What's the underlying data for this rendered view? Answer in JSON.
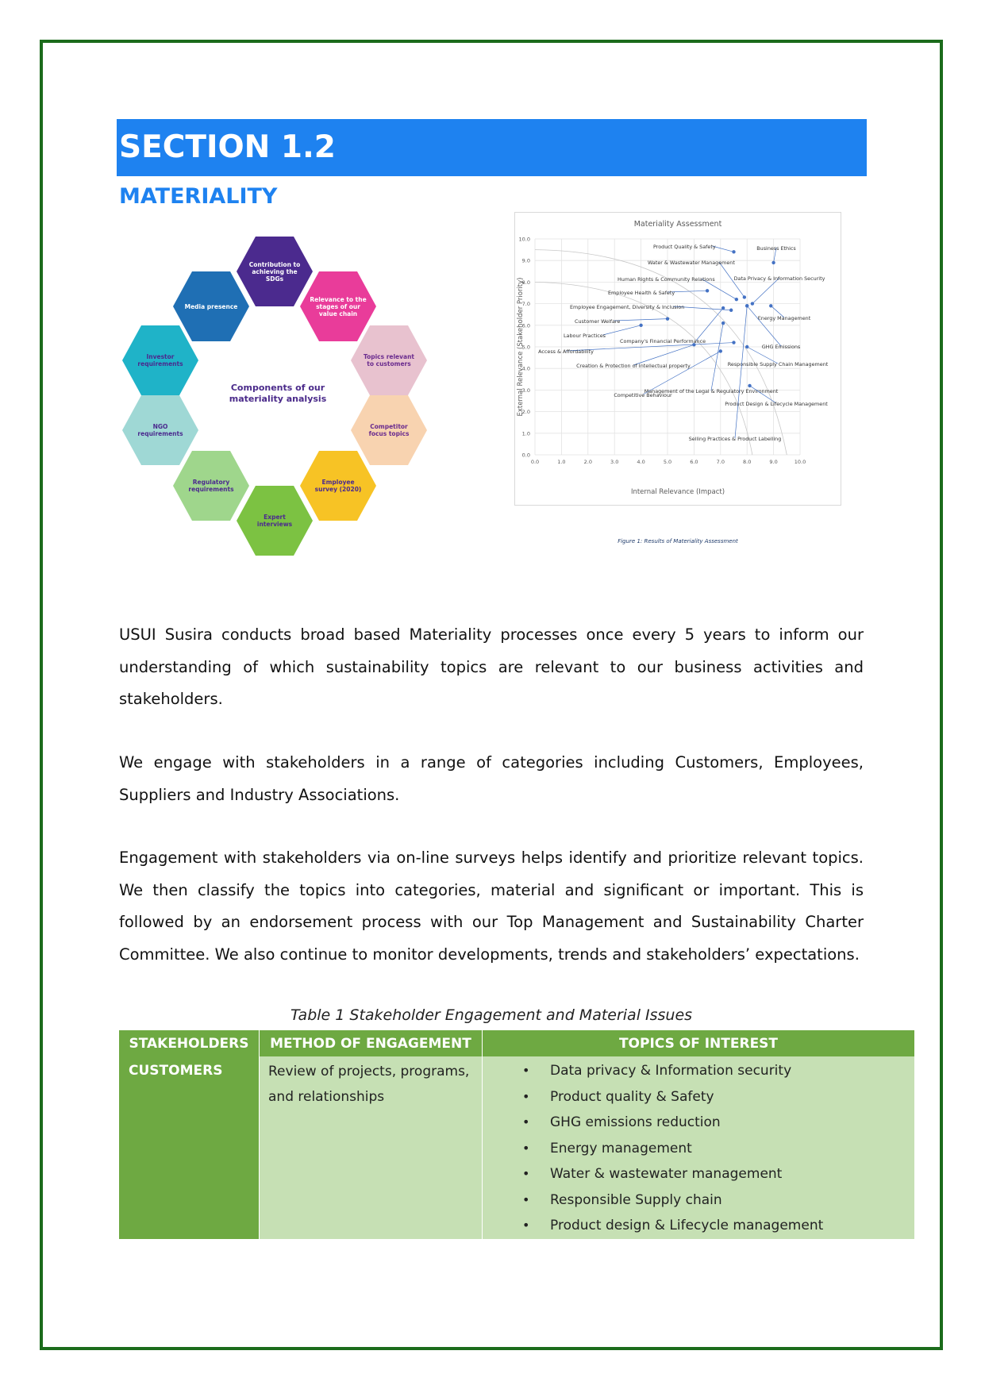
{
  "section": {
    "title": "SECTION 1.2",
    "subtitle": "MATERIALITY"
  },
  "components": {
    "center": "Components of our materiality analysis",
    "items": [
      {
        "label": "Contribution to achieving the SDGs",
        "color": "#4b2a8e",
        "text_color": "#ffffff"
      },
      {
        "label": "Relevance to the stages of our value chain",
        "color": "#e93c9a",
        "text_color": "#ffffff"
      },
      {
        "label": "Topics relevant to customers",
        "color": "#e8c2cf",
        "text_color": "#6a2b8e"
      },
      {
        "label": "Competitor focus topics",
        "color": "#f8d3b0",
        "text_color": "#6a2b8e"
      },
      {
        "label": "Employee survey (2020)",
        "color": "#f7c325",
        "text_color": "#4b2a8e"
      },
      {
        "label": "Expert interviews",
        "color": "#7cc242",
        "text_color": "#4b2a8e"
      },
      {
        "label": "Regulatory requirements",
        "color": "#9fd68c",
        "text_color": "#4b2a8e"
      },
      {
        "label": "NGO requirements",
        "color": "#9fd8d5",
        "text_color": "#4b2a8e"
      },
      {
        "label": "Investor requirements",
        "color": "#1fb3c8",
        "text_color": "#4b2a8e"
      },
      {
        "label": "Media presence",
        "color": "#1f6fb4",
        "text_color": "#ffffff"
      }
    ]
  },
  "chart_data": {
    "type": "scatter",
    "title": "Materiality Assessment",
    "xlabel": "Internal Relevance (Impact)",
    "ylabel": "External Relevance (Stakeholder Priority)",
    "xlim": [
      0,
      10
    ],
    "ylim": [
      0,
      10
    ],
    "xticks": [
      "0.0",
      "1.0",
      "2.0",
      "3.0",
      "4.0",
      "5.0",
      "6.0",
      "7.0",
      "8.0",
      "9.0",
      "10.0"
    ],
    "yticks": [
      "0.0",
      "1.0",
      "2.0",
      "3.0",
      "4.0",
      "5.0",
      "6.0",
      "7.0",
      "8.0",
      "9.0",
      "10.0"
    ],
    "grid": true,
    "points": [
      {
        "label": "Product Quality & Safety",
        "x": 7.5,
        "y": 9.4
      },
      {
        "label": "Business Ethics",
        "x": 9.0,
        "y": 8.9
      },
      {
        "label": "Water & Wastewater Management",
        "x": 7.9,
        "y": 7.3
      },
      {
        "label": "Human Rights & Community Relations",
        "x": 7.6,
        "y": 7.2
      },
      {
        "label": "Data Privacy & Information Security",
        "x": 8.2,
        "y": 7.0
      },
      {
        "label": "Employee Health & Safety",
        "x": 6.5,
        "y": 7.6
      },
      {
        "label": "Employee Engagement, Diversity & Inclusion",
        "x": 7.4,
        "y": 6.7
      },
      {
        "label": "Energy Management",
        "x": 8.9,
        "y": 6.9
      },
      {
        "label": "Customer Welfare",
        "x": 5.0,
        "y": 6.3
      },
      {
        "label": "Labour Practices",
        "x": 4.0,
        "y": 6.0
      },
      {
        "label": "Company's Financial Performance",
        "x": 7.1,
        "y": 6.8
      },
      {
        "label": "GHG Emissions",
        "x": 8.0,
        "y": 6.9
      },
      {
        "label": "Access & Affordability",
        "x": 7.5,
        "y": 5.2
      },
      {
        "label": "Creation & Protection of Intellectual property",
        "x": 6.0,
        "y": 5.1
      },
      {
        "label": "Responsible Supply Chain Management",
        "x": 8.0,
        "y": 5.0
      },
      {
        "label": "Competitive Behaviour",
        "x": 7.0,
        "y": 4.8
      },
      {
        "label": "Management of the Legal & Regulatory Environment",
        "x": 7.1,
        "y": 6.1
      },
      {
        "label": "Product Design & Lifecycle Management",
        "x": 8.1,
        "y": 3.2
      },
      {
        "label": "Selling Practices & Product Labelling",
        "x": 8.0,
        "y": 6.9
      }
    ]
  },
  "figure_caption": "Figure 1: Results of Materiality Assessment",
  "paragraphs": [
    "USUI Susira conducts broad based Materiality processes once every 5 years to inform our understanding of which sustainability topics are relevant to our business activities and stakeholders.",
    "We engage with stakeholders in a range of categories including Customers, Employees, Suppliers and Industry Associations.",
    "Engagement with stakeholders via on-line surveys helps identify and prioritize relevant topics. We then classify the topics into categories, material and significant or important. This is followed by an endorsement process with our Top Management and Sustainability Charter Committee. We also continue to monitor developments, trends and stakeholders’ expectations."
  ],
  "table": {
    "caption": "Table 1 Stakeholder Engagement and Material Issues",
    "headers": [
      "STAKEHOLDERS",
      "METHOD OF ENGAGEMENT",
      "TOPICS OF INTEREST"
    ],
    "rows": [
      {
        "stakeholder": "CUSTOMERS",
        "method": "Review of projects, programs, and relationships",
        "topics": [
          "Data privacy & Information security",
          "Product quality & Safety",
          "GHG emissions reduction",
          "Energy management",
          "Water & wastewater management",
          "Responsible Supply chain",
          "Product design & Lifecycle management"
        ]
      }
    ]
  },
  "colors": {
    "frame": "#1b6b1b",
    "banner": "#1e82f0",
    "table_dark": "#6ea942",
    "table_light": "#c6e0b4"
  }
}
